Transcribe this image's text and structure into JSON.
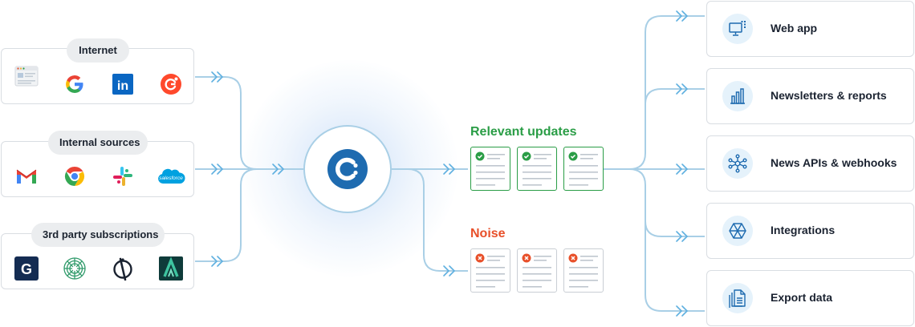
{
  "sources": [
    {
      "title": "Internet",
      "icons": [
        "browser-icon",
        "google-icon",
        "linkedin-icon",
        "g2-icon"
      ]
    },
    {
      "title": "Internal sources",
      "icons": [
        "gmail-icon",
        "chrome-icon",
        "slack-icon",
        "salesforce-icon"
      ]
    },
    {
      "title": "3rd party subscriptions",
      "icons": [
        "g-publisher-icon",
        "sunburst-logo-icon",
        "circle-slash-logo-icon",
        "alpha-logo-icon"
      ]
    }
  ],
  "icon_text": {
    "linkedin": "in",
    "salesforce": "salesforce",
    "g_publisher": "G"
  },
  "hub": {
    "icon": "contify-logo-icon"
  },
  "relevant": {
    "label": "Relevant updates",
    "color": "#2a9d46"
  },
  "noise": {
    "label": "Noise",
    "color": "#e8502a"
  },
  "outputs": [
    {
      "label": "Web app",
      "icon": "monitor-icon"
    },
    {
      "label": "Newsletters & reports",
      "icon": "bar-chart-icon"
    },
    {
      "label": "News APIs & webhooks",
      "icon": "network-icon"
    },
    {
      "label": "Integrations",
      "icon": "integrations-icon"
    },
    {
      "label": "Export data",
      "icon": "document-icon"
    }
  ],
  "colors": {
    "line": "#a9cfe6",
    "chevron": "#5fb0e0",
    "accent_blue": "#1e6bb0",
    "dark": "#1a2230"
  }
}
